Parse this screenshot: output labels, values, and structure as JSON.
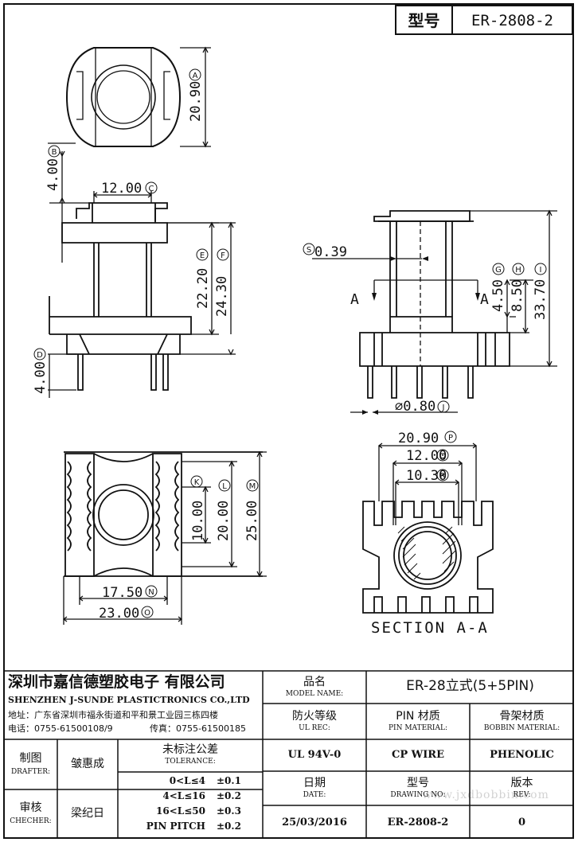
{
  "header": {
    "type_label": "型号",
    "type_value": "ER-2808-2"
  },
  "drawing": {
    "dims": {
      "A": "20.90",
      "B": "4.00",
      "C": "12.00",
      "D": "4.00",
      "E": "22.20",
      "F": "24.30",
      "S": "0.39",
      "G": "4.50",
      "H": "8.50",
      "I": "33.70",
      "J": "⌀0.80",
      "K": "10.00",
      "L": "20.00",
      "M": "25.00",
      "N": "17.50",
      "O": "23.00",
      "P": "20.90",
      "Q": "12.00",
      "R": "10.30"
    },
    "labels": {
      "A": "A",
      "B": "B",
      "C": "C",
      "D": "D",
      "E": "E",
      "F": "F",
      "G": "G",
      "H": "H",
      "I": "I",
      "J": "J",
      "K": "K",
      "L": "L",
      "M": "M",
      "N": "N",
      "O": "O",
      "P": "P",
      "Q": "Q",
      "R": "R",
      "S": "S"
    },
    "section_marks": {
      "left": "A",
      "right": "A"
    },
    "section_caption": "SECTION A-A"
  },
  "company": {
    "name_cn": "深圳市嘉信德塑胶电子 有限公司",
    "name_en": "SHENZHEN J-SUNDE PLASTICTRONICS CO.,LTD",
    "address": "地址：广东省深圳市福永街道和平和景工业园三栋四楼",
    "phone": "电话：0755-61500108/9",
    "fax": "传真：0755-61500185"
  },
  "title_block": {
    "model_name_cn": "品名",
    "model_name_en": "MODEL NAME:",
    "model_name_value": "ER-28立式(5+5PIN)",
    "ul_cn": "防火等级",
    "ul_en": "UL REC:",
    "ul_value": "UL 94V-0",
    "pin_cn": "PIN 材质",
    "pin_en": "PIN MATERIAL:",
    "pin_value": "CP WIRE",
    "bobbin_cn": "骨架材质",
    "bobbin_en": "BOBBIN MATERIAL:",
    "bobbin_value": "PHENOLIC",
    "drafter_cn": "制图",
    "drafter_en": "DRAFTER:",
    "drafter_value": "皱惠成",
    "checker_cn": "审核",
    "checker_en": "CHECHER:",
    "checker_value": "梁纪日",
    "tolerance_cn": "未标注公差",
    "tolerance_en": "TOLERANCE:",
    "tolerance_rows": [
      {
        "range": "0<L≤4",
        "value": "±0.1"
      },
      {
        "range": "4<L≤16",
        "value": "±0.2"
      },
      {
        "range": "16<L≤50",
        "value": "±0.3"
      },
      {
        "range": "PIN PITCH",
        "value": "±0.2"
      }
    ],
    "date_cn": "日期",
    "date_en": "DATE:",
    "date_value": "25/03/2016",
    "drawing_no_cn": "型号",
    "drawing_no_en": "DRAWING NO:",
    "drawing_no_value": "ER-2808-2",
    "rev_cn": "版本",
    "rev_en": "REV:",
    "rev_value": "0"
  },
  "watermark": "www.jxdbobbin.com"
}
